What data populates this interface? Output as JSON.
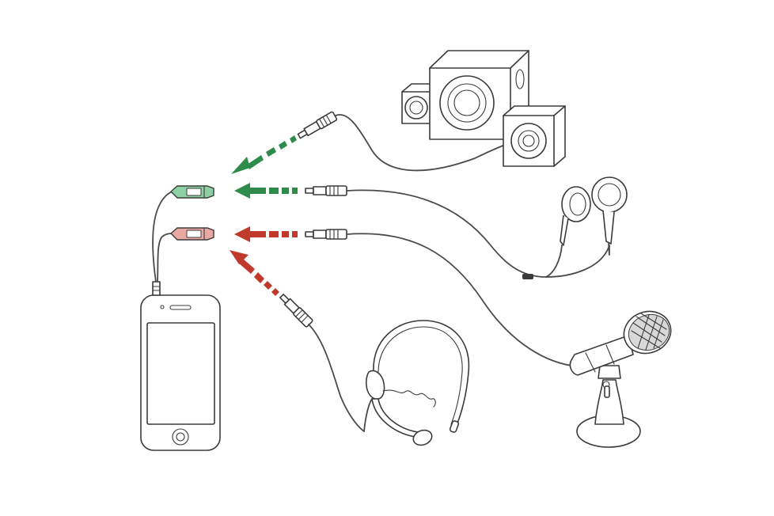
{
  "colors": {
    "green_arrow": "#2e8b4a",
    "red_arrow": "#c0392b",
    "line": "#3b3b3b",
    "jack_green": "#8fcfa4",
    "jack_red": "#e9a9a3"
  },
  "icons": {
    "phone": "smartphone-icon",
    "splitter": "audio-splitter-icon",
    "speakers": "speaker-set-icon",
    "earphones": "earphones-icon",
    "headset": "headset-microphone-icon",
    "desk_mic": "desk-microphone-icon"
  },
  "arrows": [
    {
      "id": "speakers",
      "color": "green"
    },
    {
      "id": "earphones",
      "color": "green"
    },
    {
      "id": "desk-mic",
      "color": "red"
    },
    {
      "id": "headset",
      "color": "red"
    }
  ]
}
